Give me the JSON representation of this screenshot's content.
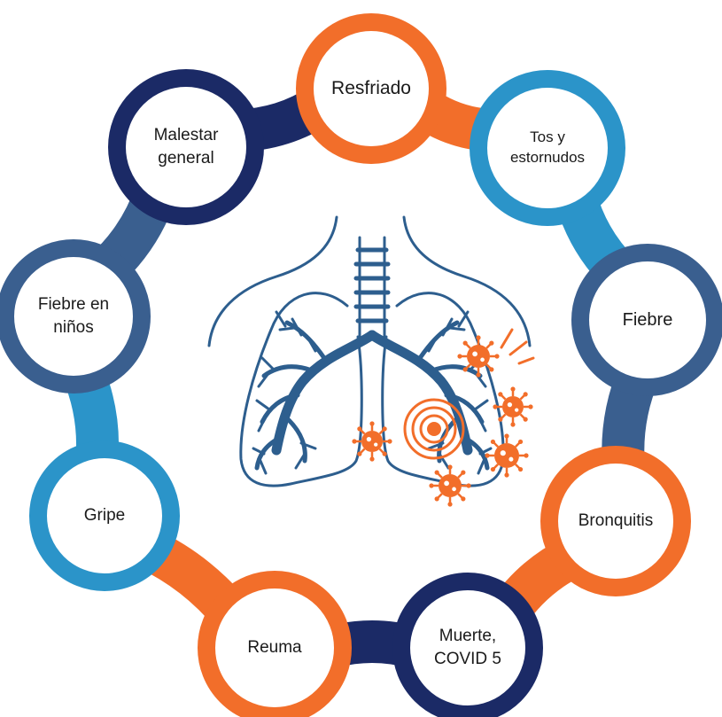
{
  "colors": {
    "orange": "#F26E2A",
    "light_blue": "#2B94C9",
    "steel_blue": "#3A5F8F",
    "navy": "#1B2A66",
    "lung": "#2D5E8E"
  },
  "center_icon": "lungs-with-virus-icon",
  "nodes": [
    {
      "key": "resfriado",
      "lines": [
        "Resfriado"
      ],
      "color": "orange"
    },
    {
      "key": "tos",
      "lines": [
        "Tos y",
        "estornudos"
      ],
      "color": "light_blue"
    },
    {
      "key": "fiebre",
      "lines": [
        "Fiebre"
      ],
      "color": "steel_blue"
    },
    {
      "key": "bronquitis",
      "lines": [
        "Bronquitis"
      ],
      "color": "orange"
    },
    {
      "key": "muerte",
      "lines": [
        "Muerte,",
        "COVID 5"
      ],
      "color": "navy"
    },
    {
      "key": "reuma",
      "lines": [
        "Reuma"
      ],
      "color": "orange"
    },
    {
      "key": "gripe",
      "lines": [
        "Gripe"
      ],
      "color": "light_blue"
    },
    {
      "key": "fiebre_ninos",
      "lines": [
        "Fiebre en",
        "niños"
      ],
      "color": "steel_blue"
    },
    {
      "key": "malestar",
      "lines": [
        "Malestar",
        "general"
      ],
      "color": "navy"
    }
  ]
}
